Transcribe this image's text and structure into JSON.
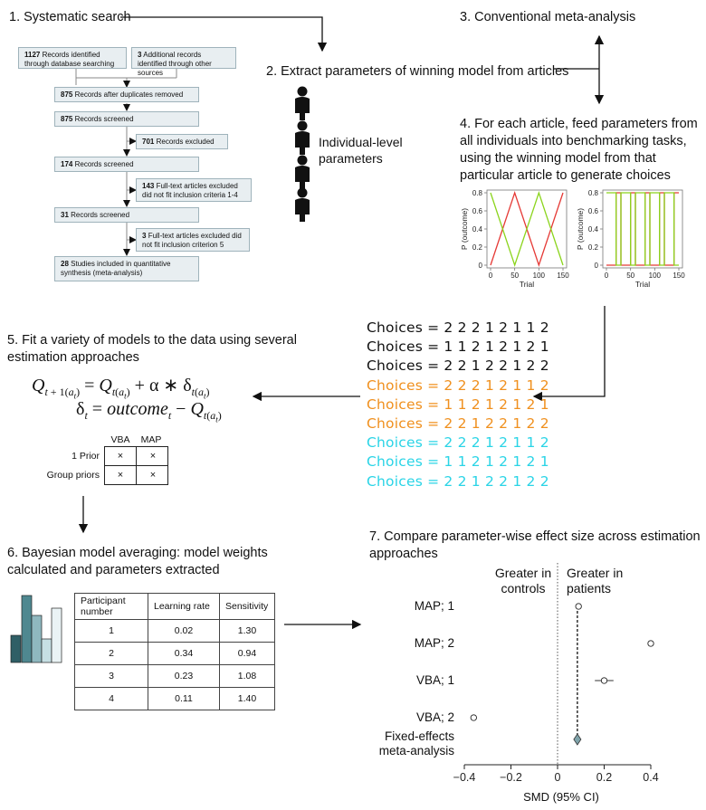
{
  "steps": {
    "s1": "1. Systematic search",
    "s2": "2. Extract parameters of winning model from articles",
    "s3": "3. Conventional meta-analysis",
    "s4": "4. For each article, feed parameters from all individuals into benchmarking tasks, using the winning model from that particular article to generate choices",
    "s5": "5. Fit a variety of models to the data using several estimation approaches",
    "s6": "6. Bayesian model averaging: model weights calculated and parameters extracted",
    "s7": "7. Compare parameter-wise effect size across estimation approaches"
  },
  "prisma": {
    "b1_n": "1127",
    "b1_t": "Records identified through database searching",
    "b2_n": "3",
    "b2_t": "Additional records identified through other sources",
    "b3_n": "875",
    "b3_t": "Records after duplicates removed",
    "b4_n": "875",
    "b4_t": "Records screened",
    "b5_n": "701",
    "b5_t": "Records excluded",
    "b6_n": "174",
    "b6_t": "Records screened",
    "b7_n": "143",
    "b7_t": "Full-text articles excluded did not fit inclusion criteria 1-4",
    "b8_n": "31",
    "b8_t": "Records screened",
    "b9_n": "3",
    "b9_t": "Full-text articles excluded did not fit inclusion criterion 5",
    "b10_n": "28",
    "b10_t": "Studies included in quantitative synthesis (meta-analysis)"
  },
  "individual_label": "Individual-level parameters",
  "mini_charts": {
    "ylabel": "P (outcome)",
    "xlabel": "Trial",
    "yticks": [
      "0",
      "0.2",
      "0.4",
      "0.6",
      "0.8"
    ],
    "xticks": [
      "0",
      "50",
      "100",
      "150"
    ]
  },
  "choices": [
    {
      "text": "Choices = 2 2 2 1 2 1 1 2",
      "color": "#111111"
    },
    {
      "text": "Choices = 1 1 2 1 2 1 2 1",
      "color": "#111111"
    },
    {
      "text": "Choices = 2 2 1 2 2 1 2 2",
      "color": "#111111"
    },
    {
      "text": "Choices = 2 2 2 1 2 1 1 2",
      "color": "#f0901e"
    },
    {
      "text": "Choices = 1 1 2 1 2 1 2 1",
      "color": "#f0901e"
    },
    {
      "text": "Choices = 2 2 1 2 2 1 2 2",
      "color": "#f0901e"
    },
    {
      "text": "Choices = 2 2 2 1 2 1 1 2",
      "color": "#2ad4e6"
    },
    {
      "text": "Choices = 1 1 2 1 2 1 2 1",
      "color": "#2ad4e6"
    },
    {
      "text": "Choices = 2 2 1 2 2 1 2 2",
      "color": "#2ad4e6"
    }
  ],
  "est_table": {
    "col1": "VBA",
    "col2": "MAP",
    "row1": "1 Prior",
    "row2": "Group priors",
    "mark": "×"
  },
  "param_table": {
    "headers": [
      "Participant number",
      "Learning rate",
      "Sensitivity"
    ],
    "rows": [
      [
        "1",
        "0.02",
        "1.30"
      ],
      [
        "2",
        "0.34",
        "0.94"
      ],
      [
        "3",
        "0.23",
        "1.08"
      ],
      [
        "4",
        "0.11",
        "1.40"
      ]
    ]
  },
  "forest": {
    "left_header": "Greater in controls",
    "right_header": "Greater in patients",
    "rows": [
      "MAP; 1",
      "MAP; 2",
      "VBA; 1",
      "VBA; 2"
    ],
    "fixed_label": "Fixed-effects meta-analysis",
    "xlabel": "SMD (95% CI)",
    "xticks": [
      "−0.4",
      "−0.2",
      "0",
      "0.2",
      "0.4"
    ]
  },
  "chart_data": [
    {
      "type": "scatter",
      "title": "",
      "xlabel": "SMD (95% CI)",
      "ylabel": "",
      "xlim": [
        -0.4,
        0.4
      ],
      "categories": [
        "MAP; 1",
        "MAP; 2",
        "VBA; 1",
        "VBA; 2",
        "Fixed-effects meta-analysis"
      ],
      "values": [
        0.09,
        0.4,
        0.2,
        -0.36,
        0.085
      ],
      "ci_low": [
        0.09,
        0.4,
        0.16,
        -0.36,
        null
      ],
      "ci_high": [
        0.09,
        0.4,
        0.24,
        -0.36,
        null
      ],
      "colors": {
        "marker": "#ffffff",
        "diamond": "#7fa3aa"
      }
    },
    {
      "type": "line",
      "xlabel": "Trial",
      "ylabel": "P (outcome)",
      "xlim": [
        0,
        150
      ],
      "ylim": [
        0,
        0.8
      ],
      "x": [
        0,
        50,
        100,
        150
      ],
      "series": [
        {
          "color": "#e53935",
          "values": [
            0,
            0.8,
            0,
            0.8
          ]
        },
        {
          "color": "#8bd41c",
          "values": [
            0.8,
            0,
            0.8,
            0
          ]
        }
      ]
    },
    {
      "type": "line",
      "xlabel": "Trial",
      "ylabel": "P (outcome)",
      "xlim": [
        0,
        150
      ],
      "ylim": [
        0,
        0.8
      ],
      "x": [
        0,
        20,
        20,
        30,
        30,
        50,
        50,
        60,
        60,
        80,
        80,
        90,
        90,
        110,
        110,
        120,
        120,
        140,
        140,
        150
      ],
      "series": [
        {
          "color": "#e53935",
          "values": [
            0,
            0,
            0.8,
            0.8,
            0,
            0,
            0.8,
            0.8,
            0,
            0,
            0.8,
            0.8,
            0,
            0,
            0.8,
            0.8,
            0,
            0,
            0.8,
            0.8
          ]
        },
        {
          "color": "#8bd41c",
          "values": [
            0.8,
            0.8,
            0,
            0,
            0.8,
            0.8,
            0,
            0,
            0.8,
            0.8,
            0,
            0,
            0.8,
            0.8,
            0,
            0,
            0.8,
            0.8,
            0,
            0
          ]
        }
      ]
    }
  ]
}
